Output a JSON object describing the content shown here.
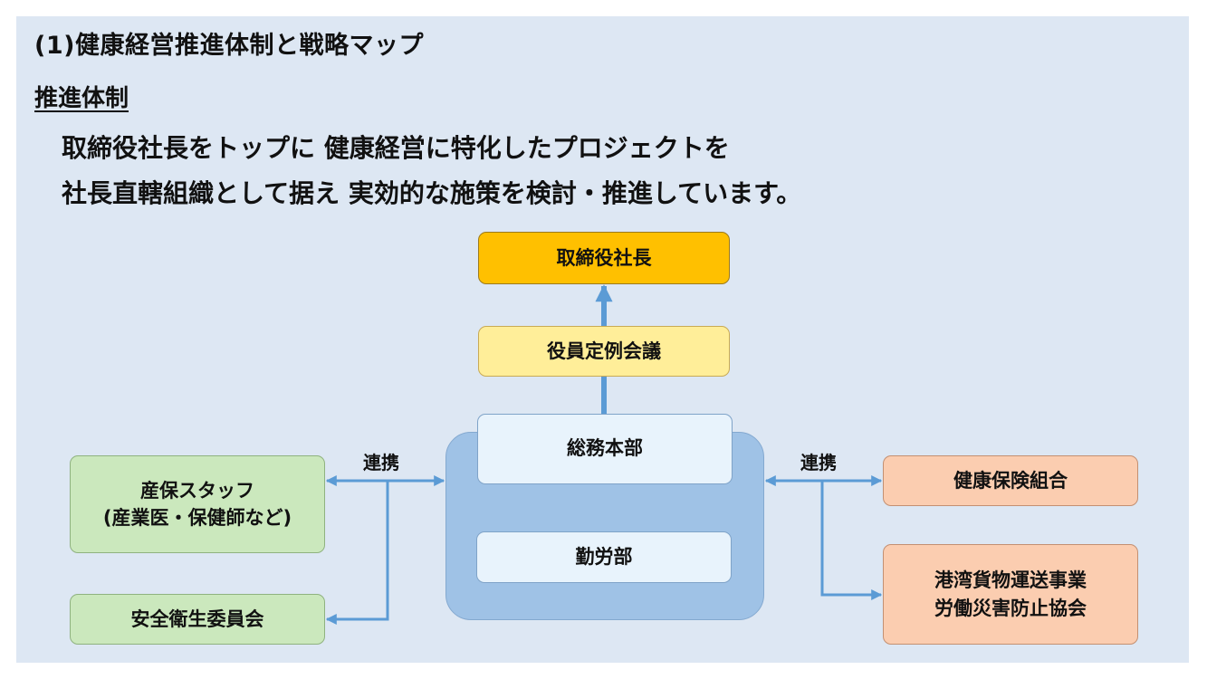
{
  "heading": "(1)健康経営推進体制と戦略マップ",
  "subheading": "推進体制",
  "description": {
    "line1": "取締役社長をトップに 健康経営に特化したプロジェクトを",
    "line2": "社長直轄組織として据え 実効的な施策を検討・推進しています。"
  },
  "org": {
    "president": "取締役社長",
    "executive_meeting": "役員定例会議",
    "general_affairs": "総務本部",
    "labor": "勤労部",
    "occupational_health_staff": {
      "line1": "産保スタッフ",
      "line2": "(産業医・保健師など)"
    },
    "safety_committee": "安全衛生委員会",
    "health_insurance": "健康保険組合",
    "port_association": {
      "line1": "港湾貨物運送事業",
      "line2": "労働災害防止協会"
    },
    "link_left": "連携",
    "link_right": "連携"
  },
  "colors": {
    "panel_bg": "#dde7f3",
    "president": "#ffc000",
    "meeting": "#ffee99",
    "group_bg": "#9fc2e6",
    "inner_box": "#e8f3fc",
    "green_box": "#cbe8bd",
    "orange_box": "#fbcdb0",
    "connector": "#5b9bd5"
  }
}
